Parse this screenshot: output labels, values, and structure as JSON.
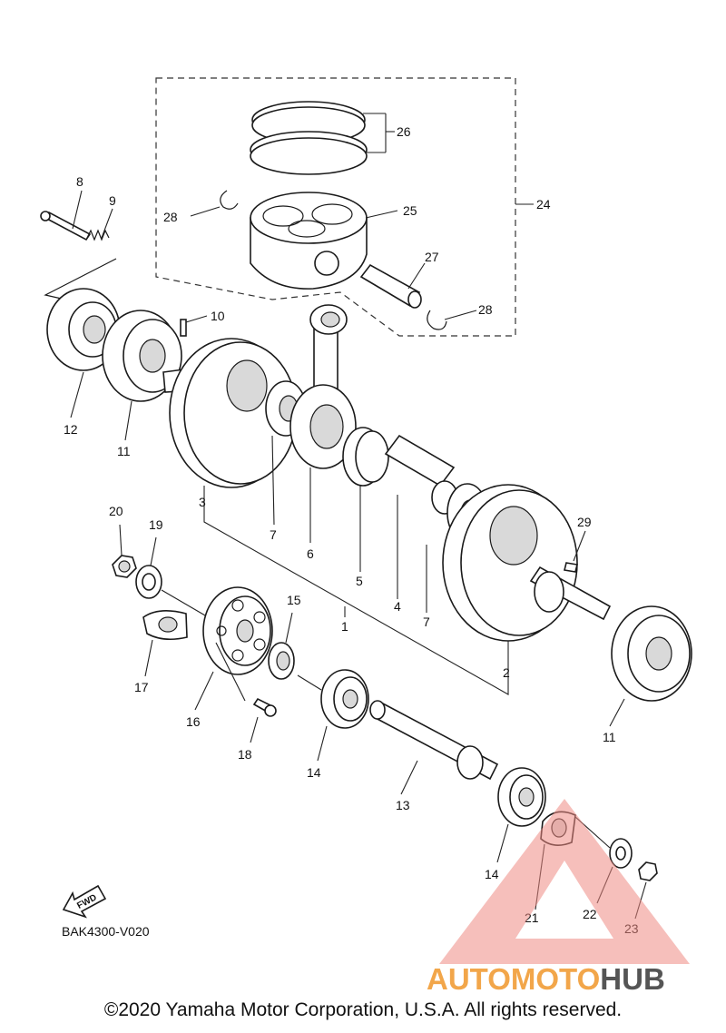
{
  "diagram_code": "BAK4300-V020",
  "copyright": "©2020 Yamaha Motor Corporation, U.S.A. All rights reserved.",
  "direction_label": "FWD",
  "callouts": {
    "c1": "1",
    "c2": "2",
    "c3": "3",
    "c4": "4",
    "c5": "5",
    "c6": "6",
    "c7a": "7",
    "c7b": "7",
    "c8": "8",
    "c9": "9",
    "c10": "10",
    "c11a": "11",
    "c11b": "11",
    "c12": "12",
    "c13": "13",
    "c14a": "14",
    "c14b": "14",
    "c15": "15",
    "c16": "16",
    "c17": "17",
    "c18": "18",
    "c19": "19",
    "c20": "20",
    "c21": "21",
    "c22": "22",
    "c23": "23",
    "c24": "24",
    "c25": "25",
    "c26": "26",
    "c27": "27",
    "c28a": "28",
    "c28b": "28",
    "c29": "29"
  },
  "watermark": {
    "part_a": "AUTOMOTO",
    "part_b": "HUB",
    "color_a": "#f2a64a",
    "color_b": "#555555",
    "triangle_color": "#ee8a84"
  }
}
